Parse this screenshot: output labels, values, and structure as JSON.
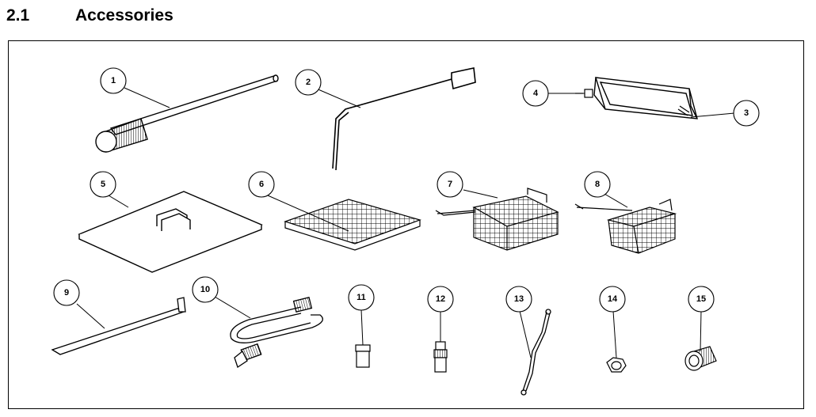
{
  "section": {
    "number": "2.1",
    "title": "Accessories"
  },
  "callouts": [
    "1",
    "2",
    "3",
    "4",
    "5",
    "6",
    "7",
    "8",
    "9",
    "10",
    "11",
    "12",
    "13",
    "14",
    "15"
  ],
  "parts_icons": [
    "cleanout-rod-icon",
    "basket-hanger-rod-icon",
    "basket-support-icon",
    "screw-icon",
    "fryer-cover-icon",
    "basket-rack-icon",
    "large-fry-basket-icon",
    "small-fry-basket-icon",
    "drain-extension-icon",
    "gas-hose-icon",
    "fitting-icon",
    "quick-disconnect-icon",
    "chain-icon",
    "nut-icon",
    "coupling-icon"
  ],
  "colors": {
    "line": "#000000",
    "fill": "#ffffff",
    "shade": "#d9d9d9"
  }
}
